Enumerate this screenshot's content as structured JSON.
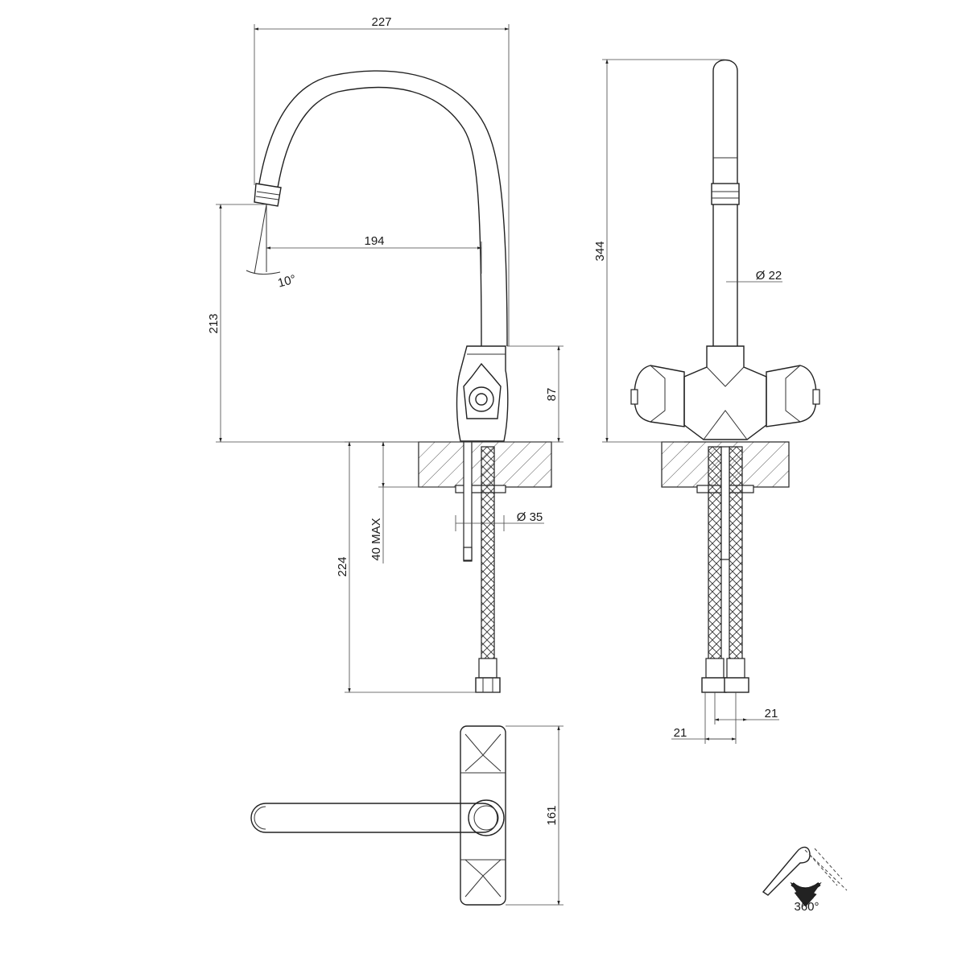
{
  "dimensions": {
    "spout_reach_total": "227",
    "spout_reach": "194",
    "spout_angle": "10°",
    "spout_height": "213",
    "body_height": "87",
    "total_height": "344",
    "spout_diameter": "Ø 22",
    "shank_diameter": "Ø 35",
    "deck_thickness": "40 MAX",
    "hose_length": "224",
    "hose_spacing_left": "21",
    "hose_spacing_right": "21",
    "plan_width": "161",
    "rotation": "360°"
  }
}
